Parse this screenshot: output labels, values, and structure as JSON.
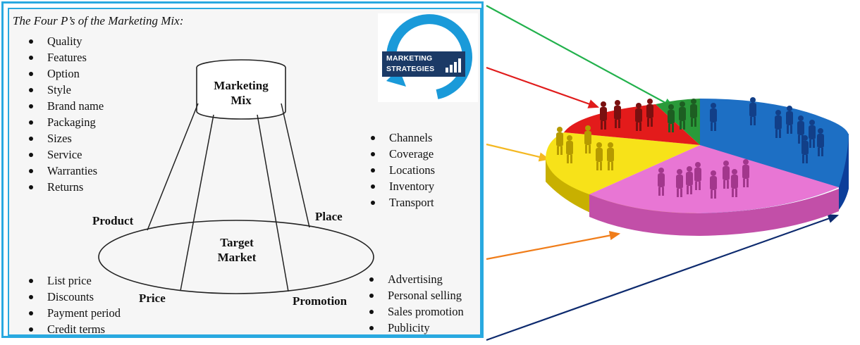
{
  "figure": {
    "title": "The Four P’s of the Marketing Mix:",
    "center_top": {
      "line1": "Marketing",
      "line2": "Mix"
    },
    "center_bottom": {
      "line1": "Target",
      "line2": "Market"
    },
    "labels": {
      "product": "Product",
      "place": "Place",
      "price": "Price",
      "promotion": "Promotion"
    },
    "product_items": [
      "Quality",
      "Features",
      "Option",
      "Style",
      "Brand name",
      "Packaging",
      "Sizes",
      "Service",
      "Warranties",
      "Returns"
    ],
    "place_items": [
      "Channels",
      "Coverage",
      "Locations",
      "Inventory",
      "Transport"
    ],
    "price_items": [
      "List price",
      "Discounts",
      "Payment period",
      "Credit terms"
    ],
    "promotion_items": [
      "Advertising",
      "Personal selling",
      "Sales promotion",
      "Publicity"
    ]
  },
  "logo": {
    "line1": "MARKETING",
    "line2": "STRATEGIES",
    "icon": "bar-chart-icon",
    "ring_color": "#1a9ad9",
    "text_bg": "#1b3a66"
  },
  "pie": {
    "slice_colors": {
      "blue": "#1d6fc4",
      "magenta": "#e876d4",
      "yellow": "#f7e219",
      "red": "#e31b1b",
      "green": "#2a9a3a"
    },
    "arrow_colors": [
      "#22b14c",
      "#e01b1b",
      "#f4b822",
      "#f07d1a",
      "#0d2a6e"
    ],
    "figure_icon": "person-silhouette-icon"
  },
  "frame": {
    "border_color": "#29a9e0"
  }
}
